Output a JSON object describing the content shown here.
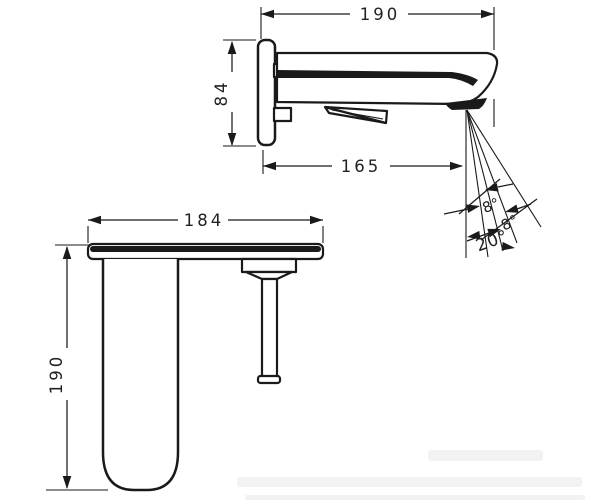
{
  "colors": {
    "background": "#ffffff",
    "line": "#1a1a1a"
  },
  "side_view": {
    "dim_wall_to_spout_tip": "190",
    "dim_plate_height": "84",
    "dim_wall_to_aerator": "165",
    "angle_spray_1": "8°",
    "angle_spray_2": "8°",
    "angle_spray_total": "20°"
  },
  "top_view": {
    "dim_plate_width": "184",
    "dim_spout_length": "190"
  }
}
